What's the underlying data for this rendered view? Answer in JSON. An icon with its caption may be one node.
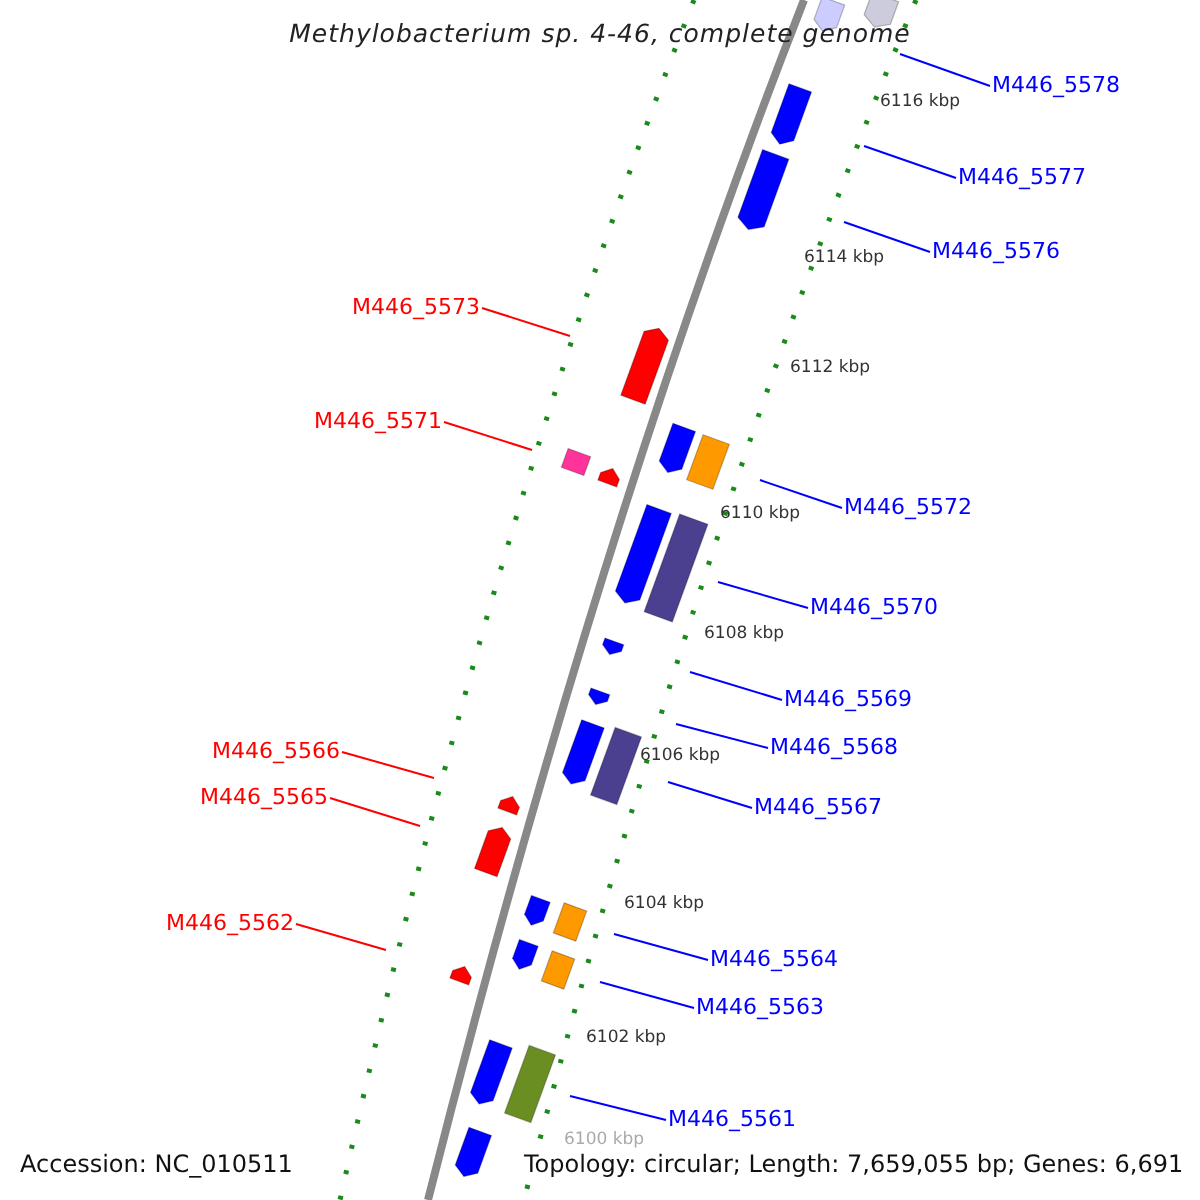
{
  "diagram": {
    "title": "Methylobacterium sp. 4-46, complete genome",
    "nodes": [
      {
        "text": [
          "M446_5578"
        ]
      },
      {
        "text": [
          "M446_5577"
        ]
      },
      {
        "text": [
          "M446_5576"
        ]
      },
      {
        "text": [
          "M446_5573"
        ]
      },
      {
        "text": [
          "M446_5571"
        ]
      },
      {
        "text": [
          "M446_5572"
        ]
      },
      {
        "text": [
          "M446_5570"
        ]
      },
      {
        "text": [
          "M446_5569"
        ]
      },
      {
        "text": [
          "M446_5568"
        ]
      },
      {
        "text": [
          "M446_5566"
        ]
      },
      {
        "text": [
          "M446_5565"
        ]
      },
      {
        "text": [
          "M446_5567"
        ]
      },
      {
        "text": [
          "M446_5562"
        ]
      },
      {
        "text": [
          "M446_5564"
        ]
      },
      {
        "text": [
          "M446_5563"
        ]
      },
      {
        "text": [
          "M446_5561"
        ]
      }
    ],
    "edges": [
      {
        "from": 0,
        "to": null,
        "arrow": "none"
      },
      {
        "from": 1,
        "to": null,
        "arrow": "none"
      },
      {
        "from": 2,
        "to": null,
        "arrow": "none"
      },
      {
        "from": 3,
        "to": null,
        "arrow": "none",
        "color": "#ff0000"
      },
      {
        "from": 4,
        "to": null,
        "arrow": "none",
        "color": "#ff0000"
      },
      {
        "from": 5,
        "to": null,
        "arrow": "none"
      },
      {
        "from": 6,
        "to": null,
        "arrow": "none"
      },
      {
        "from": 7,
        "to": null,
        "arrow": "none"
      },
      {
        "from": 8,
        "to": null,
        "arrow": "none"
      },
      {
        "from": 9,
        "to": null,
        "arrow": "none",
        "color": "#ff0000"
      },
      {
        "from": 10,
        "to": null,
        "arrow": "none",
        "color": "#ff0000"
      },
      {
        "from": 11,
        "to": null,
        "arrow": "none"
      },
      {
        "from": 12,
        "to": null,
        "arrow": "none",
        "color": "#ff0000"
      },
      {
        "from": 13,
        "to": null,
        "arrow": "none"
      },
      {
        "from": 14,
        "to": null,
        "arrow": "none"
      },
      {
        "from": 15,
        "to": null,
        "arrow": "none"
      }
    ],
    "labels": [
      "6116 kbp",
      "6114 kbp",
      "6112 kbp",
      "6110 kbp",
      "6108 kbp",
      "6106 kbp",
      "6104 kbp",
      "6102 kbp",
      "6100 kbp",
      "Accession: NC_010511",
      "Topology: circular; Length: 7,659,055 bp; Genes: 6,691"
    ]
  }
}
